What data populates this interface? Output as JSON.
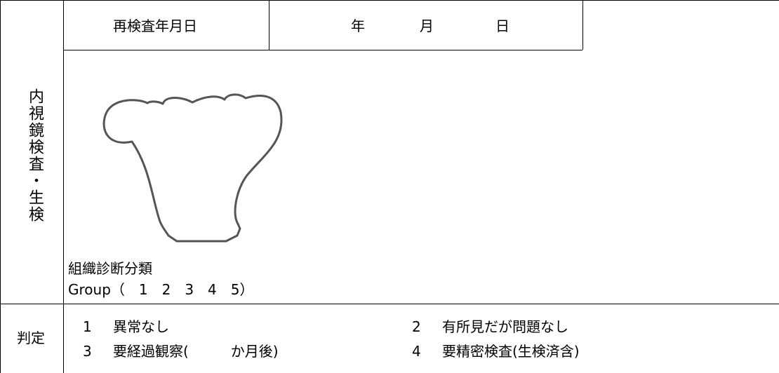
{
  "header": {
    "recheck_label": "再検査年月日",
    "year_label": "年",
    "month_label": "月",
    "day_label": "日"
  },
  "section": {
    "label": "内視鏡検査・生検"
  },
  "biopsy": {
    "classification_label": "組織診断分類",
    "group_text": "Group（　1　2　3　4　5）"
  },
  "judgment": {
    "label": "判定",
    "options": [
      {
        "num": "1",
        "text": "異常なし"
      },
      {
        "num": "2",
        "text": "有所見だが問題なし"
      },
      {
        "num": "3",
        "text": "要経過観察(　　　か月後)"
      },
      {
        "num": "4",
        "text": "要精密検査(生検済含)"
      }
    ]
  },
  "colors": {
    "border": "#000000",
    "sketch_stroke": "#555555"
  },
  "icons": {
    "diagram": "stomach-outline-icon"
  }
}
